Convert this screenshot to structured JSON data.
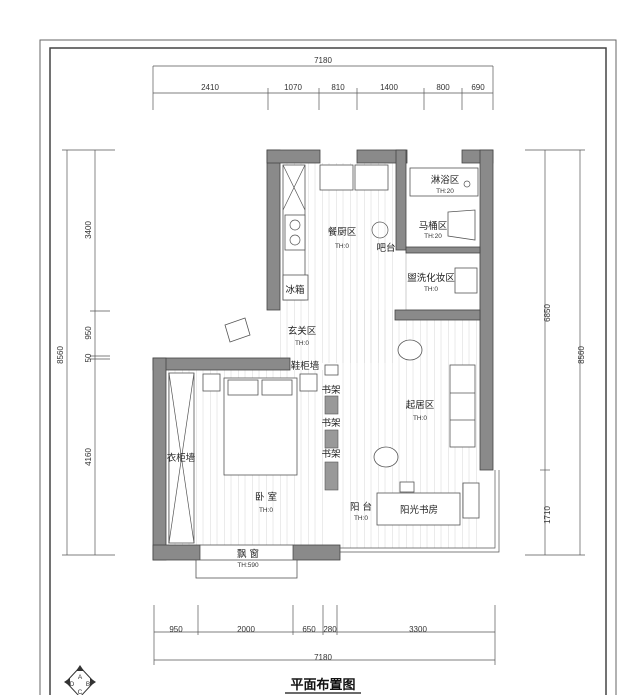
{
  "title": "平面布置图",
  "compass": {
    "labels": [
      "A",
      "B",
      "C",
      "D"
    ]
  },
  "dimensions": {
    "top_total": "7180",
    "top": [
      "2410",
      "1070",
      "810",
      "1400",
      "800",
      "690"
    ],
    "bottom": [
      "950",
      "2000",
      "650",
      "280",
      "3300"
    ],
    "bottom_total": "7180",
    "left_total": "8560",
    "left": [
      "3400",
      "950",
      "50",
      "4160"
    ],
    "right_total": "8560",
    "right": [
      "6850",
      "1710"
    ]
  },
  "rooms": [
    {
      "name": "淋浴区",
      "th": "TH:20"
    },
    {
      "name": "马桶区",
      "th": "TH:20"
    },
    {
      "name": "餐厨区",
      "th": "TH:0"
    },
    {
      "name": "吧台",
      "th": ""
    },
    {
      "name": "盥洗化妆区",
      "th": "TH:0"
    },
    {
      "name": "冰箱",
      "th": ""
    },
    {
      "name": "玄关区",
      "th": "TH:0"
    },
    {
      "name": "鞋柜墙",
      "th": ""
    },
    {
      "name": "起居区",
      "th": "TH:0"
    },
    {
      "name": "衣柜墙",
      "th": ""
    },
    {
      "name": "卧 室",
      "th": "TH:0"
    },
    {
      "name": "阳 台",
      "th": "TH:0"
    },
    {
      "name": "阳光书房",
      "th": ""
    },
    {
      "name": "飘 窗",
      "th": "TH:590"
    }
  ],
  "shelves": [
    "书架",
    "书架",
    "书架"
  ]
}
